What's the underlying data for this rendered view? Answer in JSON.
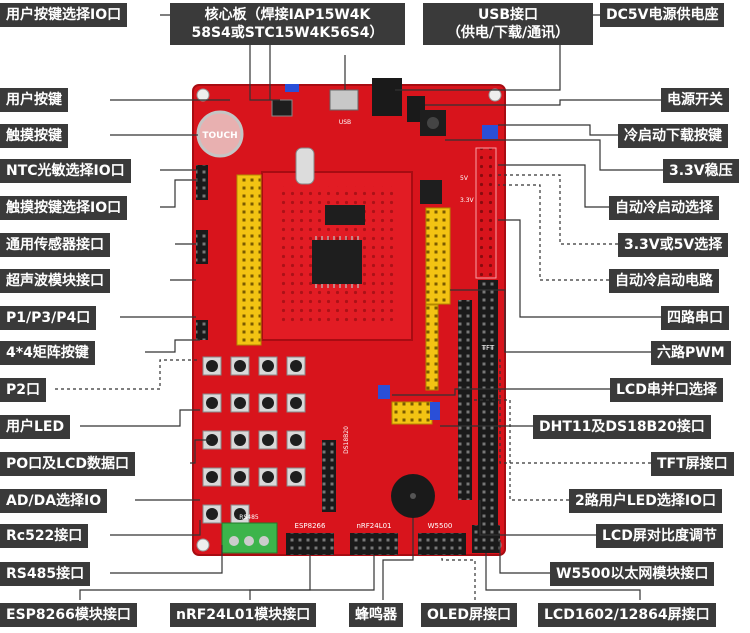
{
  "colors": {
    "label_bg": "#3a3a3a",
    "label_text": "#ffffff",
    "board": "#d8141c",
    "board_dark": "#a80c12",
    "header_yellow": "#f3c313",
    "header_black": "#1a1a1a",
    "terminal_green": "#3cb44b",
    "leader_line": "#333333"
  },
  "labels": {
    "user_key_io": "用户按键选择IO口",
    "core_board_1": "核心板（焊接IAP15W4K",
    "core_board_2": "58S4或STC15W4K56S4）",
    "usb_1": "USB接口",
    "usb_2": "（供电/下载/通讯）",
    "dc5v": "DC5V电源供电座",
    "user_key": "用户按键",
    "power_switch": "电源开关",
    "touch_key": "触摸按键",
    "cold_start": "冷启动下载按键",
    "ntc": "NTC光敏选择IO口",
    "v33": "3.3V稳压",
    "touch_io": "触摸按键选择IO口",
    "auto_cold_select": "自动冷启动选择",
    "sensor": "通用传感器接口",
    "v33_5v": "3.3V或5V选择",
    "ultrasonic": "超声波模块接口",
    "auto_cold_circuit": "自动冷启动电路",
    "p134": "P1/P3/P4口",
    "uart4": "四路串口",
    "matrix": "4*4矩阵按键",
    "pwm6": "六路PWM",
    "p2": "P2口",
    "lcd_sp": "LCD串并口选择",
    "user_led": "用户LED",
    "dht11": "DHT11及DS18B20接口",
    "p0_lcd": "PO口及LCD数据口",
    "tft": "TFT屏接口",
    "adda": "AD/DA选择IO",
    "led2": "2路用户LED选择IO口",
    "rc522": "Rc522接口",
    "lcd_contrast": "LCD屏对比度调节",
    "rs485": "RS485接口",
    "w5500": "W5500以太网模块接口",
    "esp8266": "ESP8266模块接口",
    "nrf": "nRF24L01模块接口",
    "buzzer": "蜂鸣器",
    "oled": "OLED屏接口",
    "lcd1602": "LCD1602/12864屏接口"
  },
  "silk": {
    "touch": "TOUCH",
    "esp8266": "ESP8266",
    "nrf": "nRF24L01",
    "w5500": "W5500",
    "tft": "TFT",
    "ds18b20": "DS18B20",
    "usb": "USB",
    "rs485": "RS485",
    "v33": "3.3V",
    "v5": "5V"
  }
}
